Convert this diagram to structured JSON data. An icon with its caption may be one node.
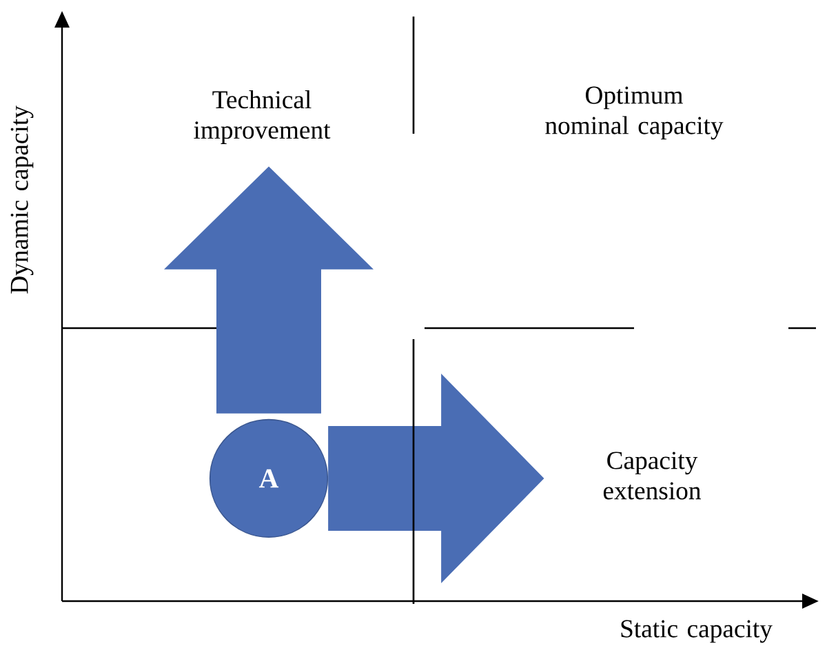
{
  "diagram": {
    "nodes": [
      {
        "text": [
          "A"
        ]
      },
      {
        "text": [
          "Technical improvement"
        ]
      },
      {
        "text": [
          "Capacity extension"
        ]
      }
    ],
    "edges": [
      {
        "from": 0,
        "to": 1,
        "arrow": "to"
      },
      {
        "from": 0,
        "to": 2,
        "arrow": "to"
      }
    ],
    "labels": [
      "Optimum nominal capacity",
      "Dynamic capacity",
      "Static capacity"
    ]
  }
}
